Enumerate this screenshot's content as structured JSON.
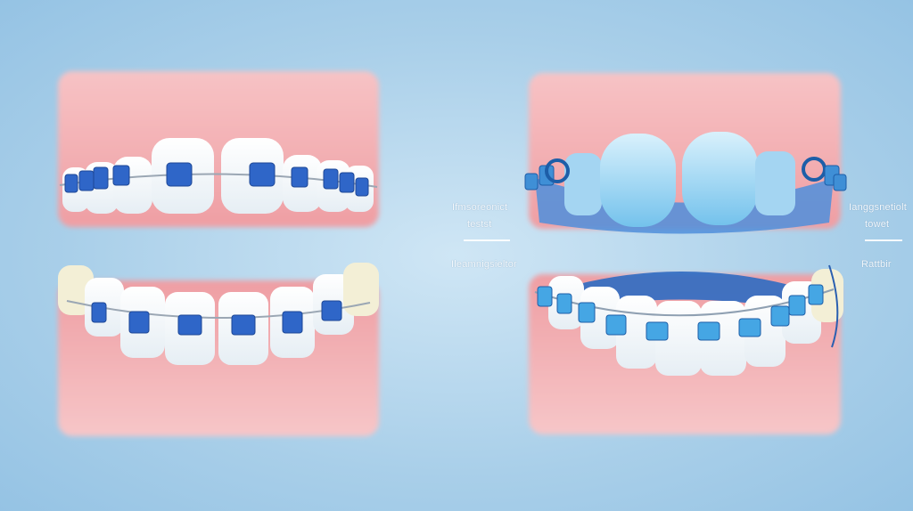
{
  "labels": {
    "left": {
      "top": "Ifmsoreonict",
      "middle": "testst",
      "bottom": "Ileamnigsieltor"
    },
    "right": {
      "top": "Ianggsnetiolt",
      "middle": "towet",
      "bottom": "Rattbir"
    }
  },
  "colors": {
    "background": "#a9cfe9",
    "gum": "#f4b2b3",
    "tooth": "#ffffff",
    "bracket": "#2f66c8",
    "aligner": "#8fd2f2"
  },
  "icons": {
    "left_panel": "braces-teeth-illustration",
    "right_panel": "aligner-teeth-illustration"
  }
}
